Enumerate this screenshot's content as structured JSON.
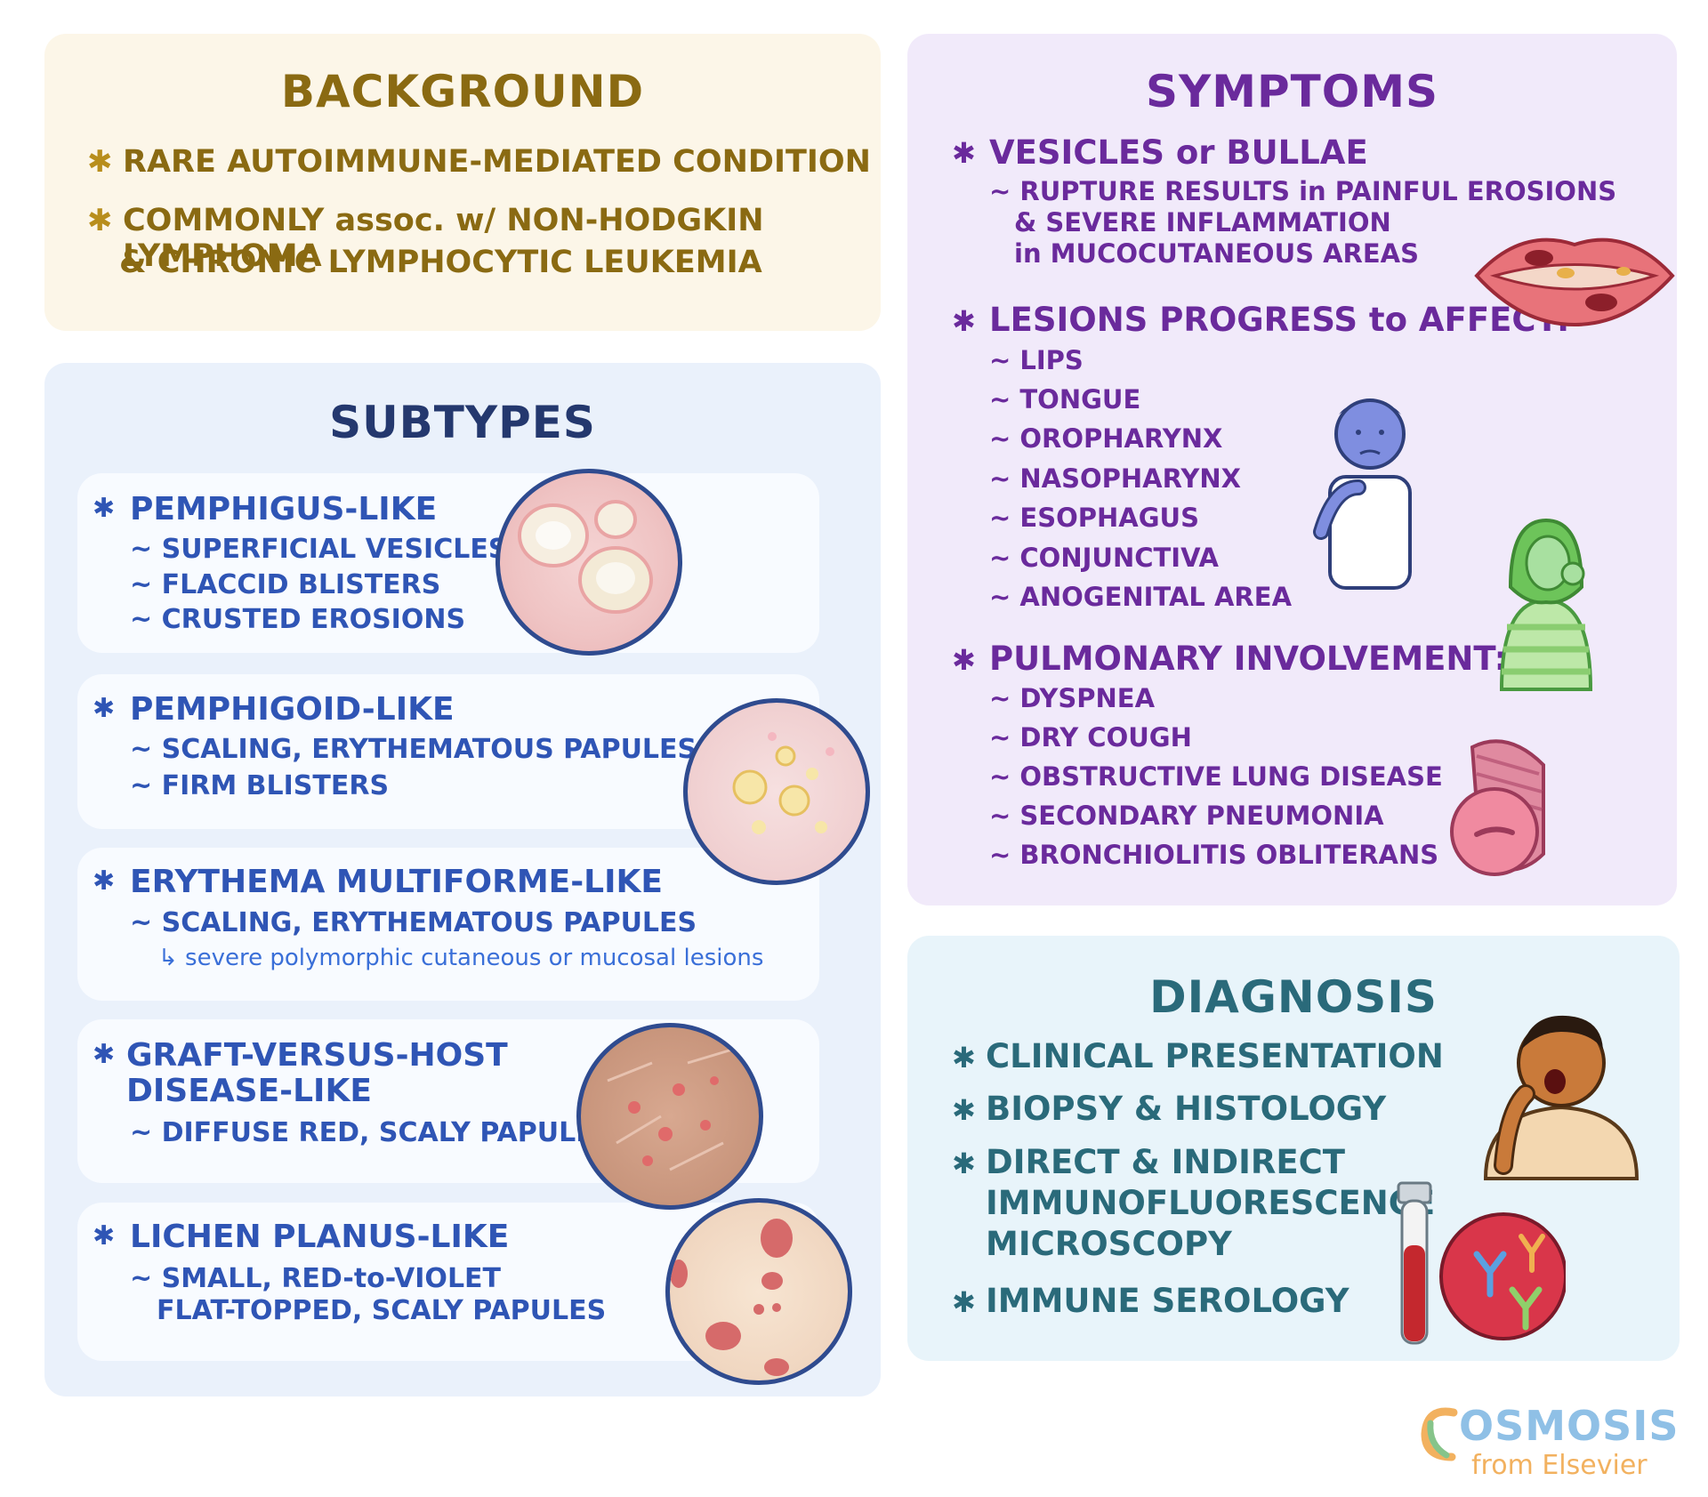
{
  "background": {
    "title": "BACKGROUND",
    "items": [
      "RARE AUTOIMMUNE-MEDIATED CONDITION",
      "COMMONLY assoc. w/ NON-HODGKIN LYMPHOMA",
      "& CHRONIC LYMPHOCYTIC LEUKEMIA"
    ]
  },
  "subtypes": {
    "title": "SUBTYPES",
    "cards": [
      {
        "title": "PEMPHIGUS-LIKE",
        "lines": [
          "~ SUPERFICIAL VESICLES",
          "~ FLACCID BLISTERS",
          "~ CRUSTED EROSIONS"
        ]
      },
      {
        "title": "PEMPHIGOID-LIKE",
        "lines": [
          "~ SCALING, ERYTHEMATOUS PAPULES",
          "~ FIRM BLISTERS"
        ]
      },
      {
        "title": "ERYTHEMA MULTIFORME-LIKE",
        "lines": [
          "~ SCALING, ERYTHEMATOUS PAPULES"
        ],
        "note": "↳ severe polymorphic cutaneous or mucosal lesions"
      },
      {
        "title": "GRAFT-VERSUS-HOST",
        "title2": "DISEASE-LIKE",
        "lines": [
          "~ DIFFUSE RED, SCALY PAPULES"
        ]
      },
      {
        "title": "LICHEN PLANUS-LIKE",
        "lines": [
          "~ SMALL, RED-to-VIOLET",
          "FLAT-TOPPED, SCALY PAPULES"
        ]
      }
    ]
  },
  "symptoms": {
    "title": "SYMPTOMS",
    "vesicles": {
      "title": "VESICLES or BULLAE",
      "lines": [
        "~ RUPTURE RESULTS in PAINFUL EROSIONS",
        "& SEVERE INFLAMMATION",
        "in MUCOCUTANEOUS AREAS"
      ]
    },
    "lesions": {
      "title": "LESIONS PROGRESS to AFFECT:",
      "lines": [
        "~ LIPS",
        "~ TONGUE",
        "~ OROPHARYNX",
        "~ NASOPHARYNX",
        "~ ESOPHAGUS",
        "~ CONJUNCTIVA",
        "~ ANOGENITAL AREA"
      ]
    },
    "pulmonary": {
      "title": "PULMONARY INVOLVEMENT:",
      "lines": [
        "~ DYSPNEA",
        "~ DRY COUGH",
        "~ OBSTRUCTIVE LUNG DISEASE",
        "~ SECONDARY PNEUMONIA",
        "~ BRONCHIOLITIS OBLITERANS"
      ]
    }
  },
  "diagnosis": {
    "title": "DIAGNOSIS",
    "items": [
      "CLINICAL PRESENTATION",
      "BIOPSY & HISTOLOGY",
      "DIRECT & INDIRECT",
      "IMMUNOFLUORESCENCE",
      "MICROSCOPY",
      "IMMUNE SEROLOGY"
    ]
  },
  "logo": {
    "brand": "OSMOSIS",
    "tagline": "from Elsevier"
  },
  "colors": {
    "background_panel": "#fcf6e8",
    "background_text": "#8a6a12",
    "subtypes_panel": "#eaf1fb",
    "subtypes_title": "#24386e",
    "subtypes_text": "#2f55b5",
    "subtypes_note": "#3a6fd8",
    "symptoms_panel": "#f1eafa",
    "symptoms_text": "#6a2a9c",
    "diagnosis_panel": "#e8f4fa",
    "diagnosis_text": "#2a6a7a"
  }
}
